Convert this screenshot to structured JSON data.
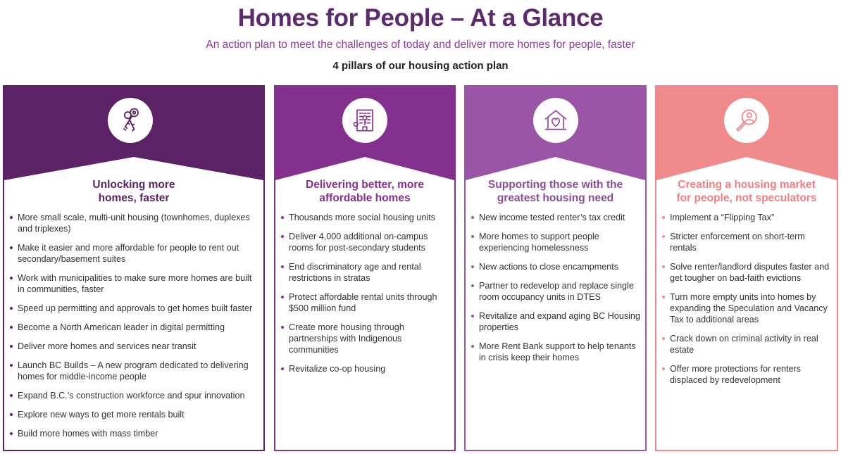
{
  "header": {
    "title": "Homes for People – At a Glance",
    "subtitle": "An action plan to meet the challenges of today and deliver more homes for people, faster",
    "pillars_heading": "4 pillars of our housing action plan"
  },
  "colors": {
    "pillar1": "#5b2266",
    "pillar2": "#84308e",
    "pillar3": "#9a55a6",
    "pillar4": "#f08b8d"
  },
  "pillars": [
    {
      "icon": "keys-icon",
      "title": "Unlocking more\nhomes, faster",
      "items": [
        "More small scale, multi-unit housing (townhomes, duplexes and triplexes)",
        "Make it easier and more affordable for people to rent out secondary/basement suites",
        "Work with municipalities to make sure more homes are built in communities, faster",
        "Speed up permitting and approvals to get homes built faster",
        "Become a North American leader in digital permitting",
        "Deliver more homes and services near transit",
        "Launch BC Builds – A new program dedicated to delivering homes for middle-income people",
        "Expand B.C.’s construction workforce and spur innovation",
        "Explore new ways to get more rentals built",
        "Build more homes with mass timber"
      ]
    },
    {
      "icon": "building-key-icon",
      "title": "Delivering better, more\naffordable homes",
      "items": [
        "Thousands more social housing units",
        "Deliver 4,000 additional on-campus rooms for post-secondary students",
        "End discriminatory age and rental restrictions in stratas",
        "Protect affordable rental units through $500 million fund",
        "Create more housing through partnerships with Indigenous communities",
        "Revitalize co-op housing"
      ]
    },
    {
      "icon": "house-heart-icon",
      "title": "Supporting those with the\ngreatest housing need",
      "items": [
        "New income tested renter’s tax credit",
        "More homes to support people experiencing homelessness",
        "New actions to close encampments",
        "Partner to redevelop and replace single room occupancy units in DTES",
        "Revitalize and expand aging BC Housing properties",
        "More Rent Bank support to help tenants in crisis keep their homes"
      ]
    },
    {
      "icon": "magnifier-person-icon",
      "title": "Creating a housing market\nfor people, not speculators",
      "items": [
        "Implement a “Flipping Tax”",
        "Stricter enforcement on short-term rentals",
        "Solve renter/landlord disputes faster and get tougher on bad-faith evictions",
        "Turn more empty units into homes by expanding the Speculation and Vacancy Tax to additional areas",
        "Crack down on criminal activity in real estate",
        "Offer more protections for renters displaced by redevelopment"
      ]
    }
  ]
}
